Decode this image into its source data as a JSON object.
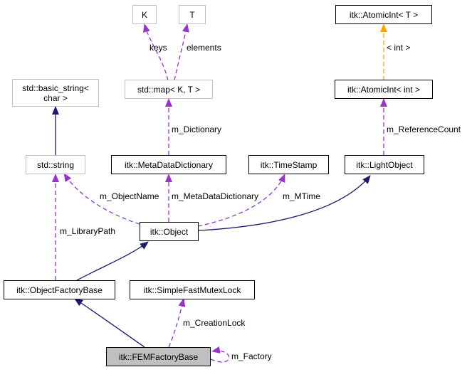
{
  "colors": {
    "inheritance": "#191970",
    "member": "#9a32cd",
    "template": "#ffa500",
    "focus_fill": "#bfbfbf",
    "external_border": "#bfbfbf"
  },
  "nodes": {
    "k": "K",
    "t": "T",
    "atomic_int_t": "itk::AtomicInt< T >",
    "basic_string": "std::basic_string<\nchar >",
    "map": "std::map< K, T >",
    "atomic_int_int": "itk::AtomicInt< int >",
    "string": "std::string",
    "metadata_dictionary": "itk::MetaDataDictionary",
    "timestamp": "itk::TimeStamp",
    "light_object": "itk::LightObject",
    "object": "itk::Object",
    "object_factory_base": "itk::ObjectFactoryBase",
    "mutex_lock": "itk::SimpleFastMutexLock",
    "fem_factory_base": "itk::FEMFactoryBase"
  },
  "edge_labels": {
    "keys": "keys",
    "elements": "elements",
    "int_param": "< int >",
    "dictionary": "m_Dictionary",
    "reference_count": "m_ReferenceCount",
    "object_name": "m_ObjectName",
    "metadata_dictionary": "m_MetaDataDictionary",
    "mtime": "m_MTime",
    "library_path": "m_LibraryPath",
    "creation_lock": "m_CreationLock",
    "factory": "m_Factory"
  }
}
